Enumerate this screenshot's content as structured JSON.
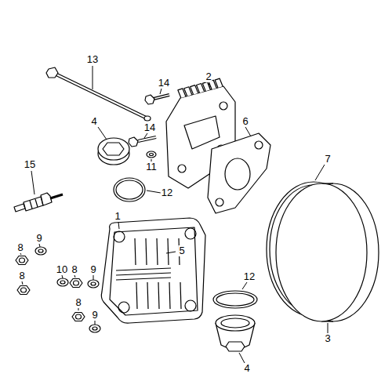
{
  "diagram": {
    "labels": [
      "13",
      "14",
      "2",
      "4",
      "14",
      "6",
      "15",
      "11",
      "12",
      "7",
      "1",
      "9",
      "8",
      "5",
      "10",
      "8",
      "9",
      "8",
      "12",
      "8",
      "9",
      "3",
      "4"
    ]
  }
}
